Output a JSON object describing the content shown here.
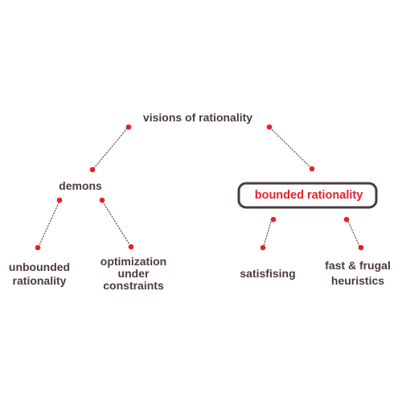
{
  "diagram": {
    "root": {
      "label": "visions of rationality"
    },
    "demons": {
      "label": "demons",
      "children": {
        "unbounded": {
          "line1": "unbounded",
          "line2": "rationality"
        },
        "optimization": {
          "line1": "optimization",
          "line2": "under",
          "line3": "constraints"
        }
      }
    },
    "bounded": {
      "label": "bounded rationality",
      "children": {
        "satisficing": {
          "line1": "satisfising"
        },
        "heuristics": {
          "line1": "fast & frugal",
          "line2": "heuristics"
        }
      }
    }
  },
  "colors": {
    "text": "#4a3b3f",
    "accent": "#e8202a",
    "dot": "#e8202a",
    "connector": "#5a4a4e",
    "highlight_border": "#4a3b3f"
  }
}
